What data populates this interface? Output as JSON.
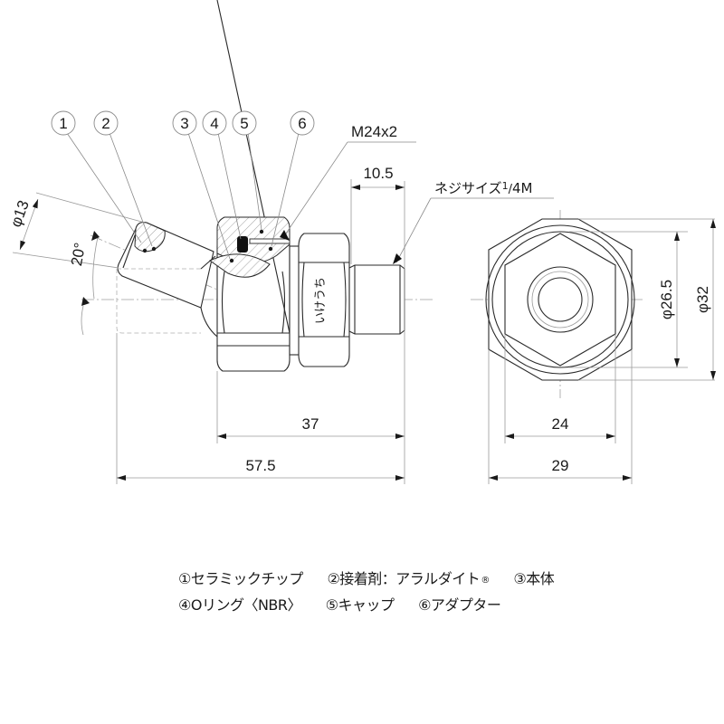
{
  "drawing": {
    "callouts": [
      {
        "num": "1",
        "label": "1"
      },
      {
        "num": "2",
        "label": "2"
      },
      {
        "num": "3",
        "label": "3"
      },
      {
        "num": "4",
        "label": "4"
      },
      {
        "num": "5",
        "label": "5"
      },
      {
        "num": "6",
        "label": "6"
      }
    ],
    "thread_label": "M24x2",
    "screw_size_label": "ネジサイズ1/4M",
    "screw_size_prefix": "ネジサイズ",
    "screw_size_frac_num": "1",
    "screw_size_frac_den": "4",
    "screw_size_suffix": "M",
    "nut_marking": "いけうち",
    "dimensions": {
      "tip_diameter": "φ13",
      "angle": "20°",
      "thread_length": "10.5",
      "body_length": "37",
      "total_length": "57.5",
      "inner_diameter": "φ26.5",
      "outer_diameter": "φ32",
      "hex_flats": "24",
      "hex_corners": "29"
    }
  },
  "legend": {
    "row1": [
      {
        "num": "①",
        "text": "セラミックチップ"
      },
      {
        "num": "②",
        "text": "接着剤：アラルダイト",
        "reg": "®"
      },
      {
        "num": "③",
        "text": "本体"
      }
    ],
    "row2": [
      {
        "num": "④",
        "text": "Oリング〈NBR〉"
      },
      {
        "num": "⑤",
        "text": "キャップ"
      },
      {
        "num": "⑥",
        "text": "アダプター"
      }
    ]
  }
}
